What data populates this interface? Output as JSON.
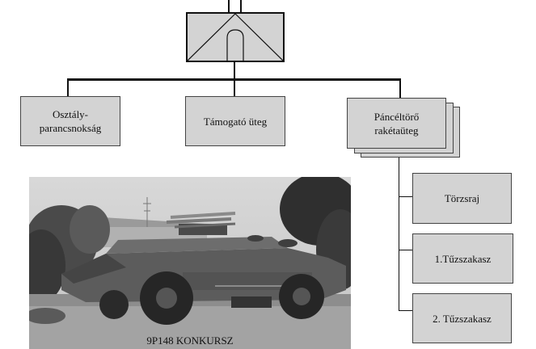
{
  "diagram": {
    "top_unit_symbol": "armor-unit-symbol",
    "children": [
      {
        "label": "Osztály-\nparancsnokság"
      },
      {
        "label": "Támogató üteg"
      },
      {
        "label": "Páncéltörő\nrakétaüteg"
      }
    ],
    "sub_units": [
      {
        "label": "Törzsraj"
      },
      {
        "label": "1.Tűzszakasz"
      },
      {
        "label": "2. Tűzszakasz"
      }
    ]
  },
  "photo": {
    "caption": "9P148 KONKURSZ"
  }
}
